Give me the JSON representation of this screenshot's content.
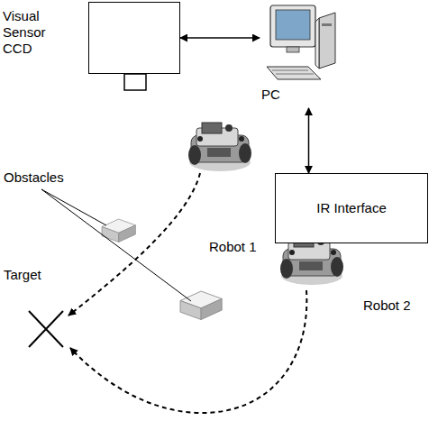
{
  "diagram": {
    "nodes": [
      {
        "text": [
          "Visual Sensor CCD"
        ]
      },
      {
        "text": [
          "PC"
        ]
      },
      {
        "text": [
          "IR Interface"
        ]
      }
    ],
    "edges": [
      {
        "from": 0,
        "to": 1,
        "arrow": "both"
      },
      {
        "from": 1,
        "to": 2,
        "arrow": "both"
      }
    ],
    "labels": [
      "Obstacles",
      "Robot 1",
      "Robot 2",
      "Target"
    ]
  }
}
